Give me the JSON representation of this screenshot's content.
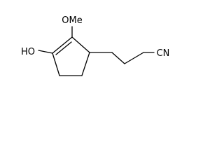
{
  "molecule": {
    "labels": {
      "methoxy": "OMe",
      "hydroxyl": "HO",
      "nitrile": "CN"
    }
  }
}
